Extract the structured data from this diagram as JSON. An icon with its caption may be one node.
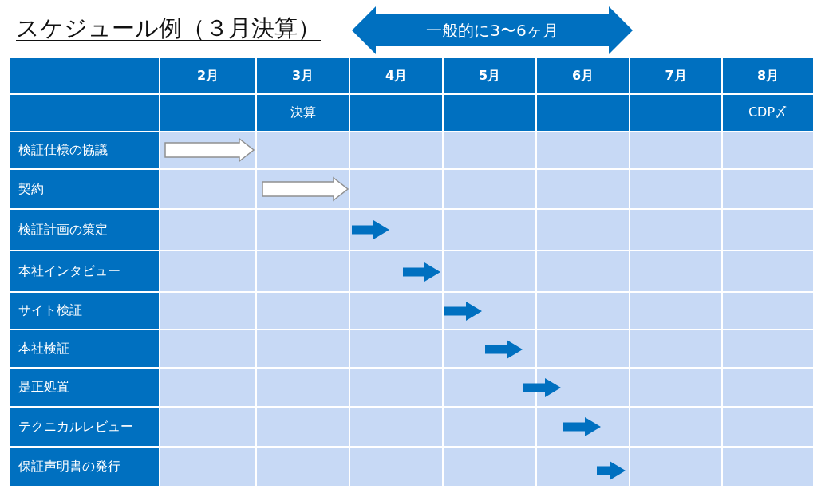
{
  "diagram": {
    "title": "スケジュール例（３月決算）",
    "nodes": [
      {
        "text": [
          "一般的に3〜6ヶ月"
        ]
      }
    ],
    "labels": [
      "2月",
      "3月",
      "4月",
      "5月",
      "6月",
      "7月",
      "8月",
      "決算",
      "CDP〆",
      "検証仕様の協議",
      "契約",
      "検証計画の策定",
      "本社インタビュー",
      "サイト検証",
      "本社検証",
      "是正処置",
      "テクニカルレビュー",
      "保証声明書の発行"
    ]
  }
}
